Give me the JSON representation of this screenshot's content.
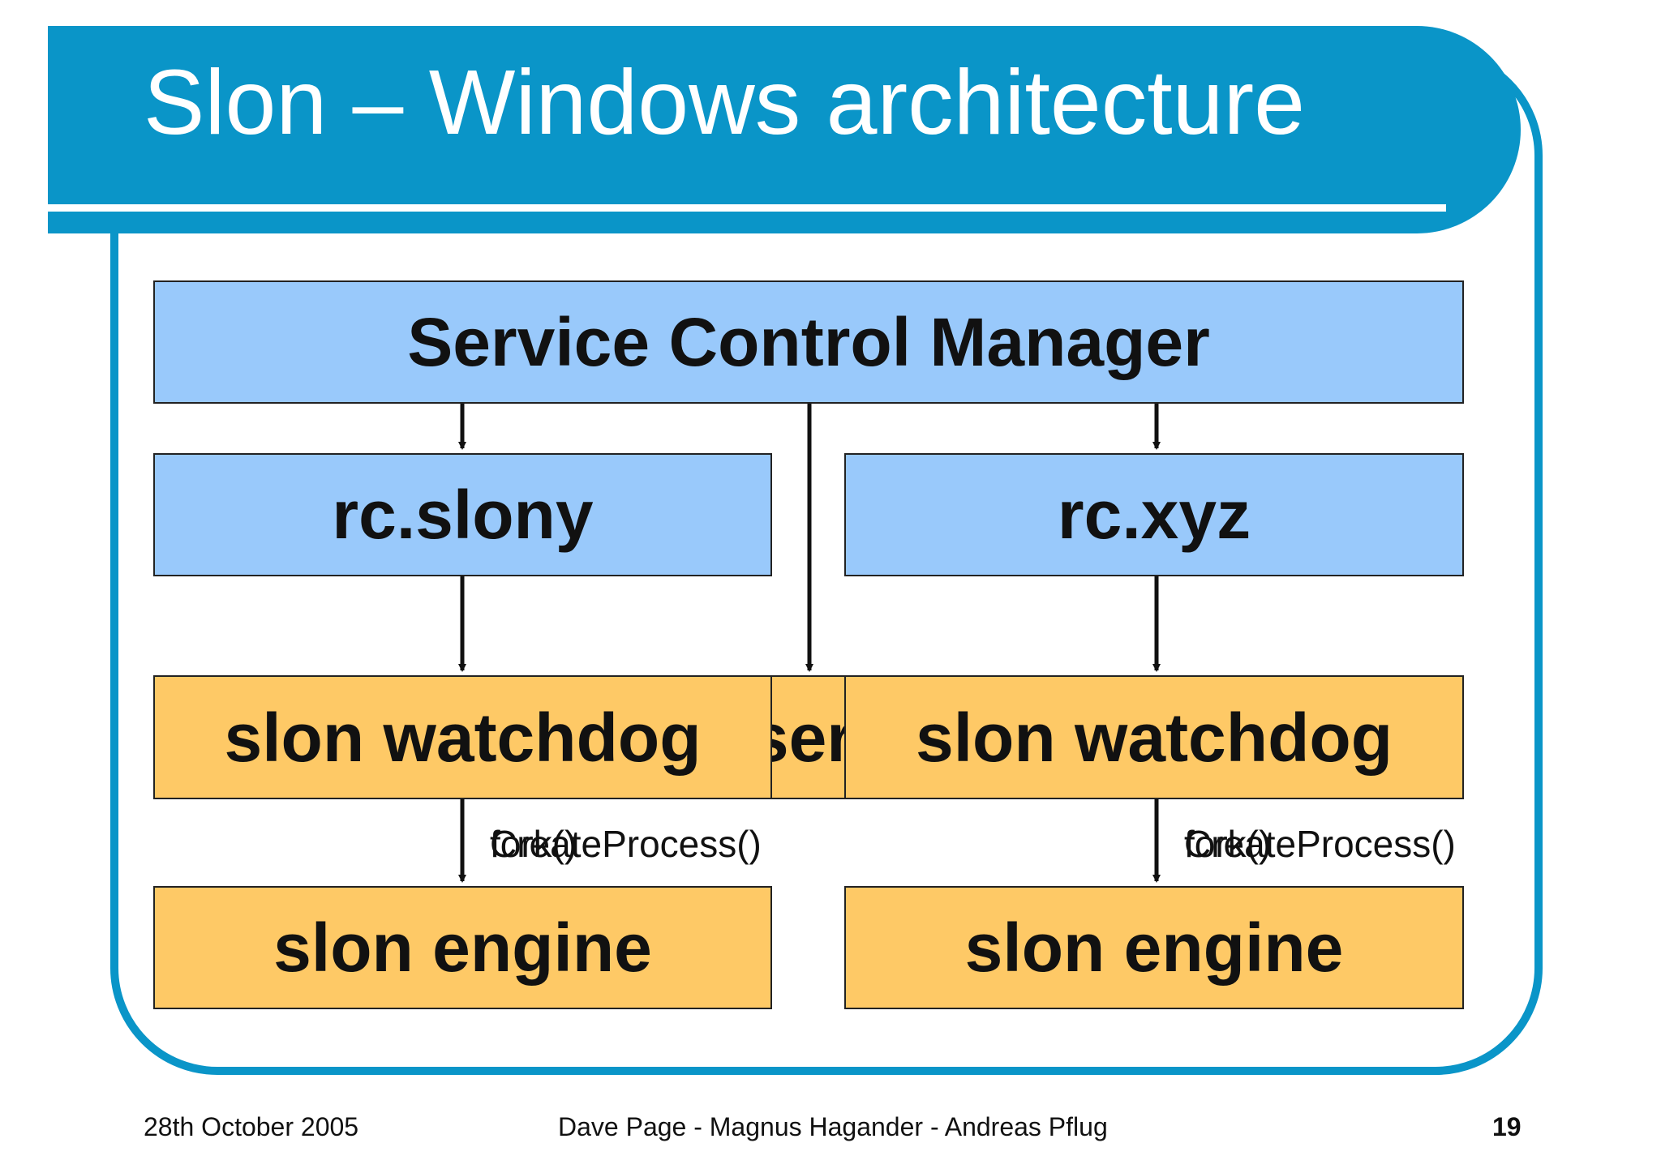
{
  "slide": {
    "title": "Slon – Windows architecture"
  },
  "diagram": {
    "scm": "Service Control Manager",
    "rc_left": "rc.slony",
    "rc_right": "rc.xyz",
    "watchdog_left": "slon watchdog",
    "watchdog_right": "slon watchdog",
    "service_fragment": "ser",
    "engine_left": "slon engine",
    "engine_right": "slon engine",
    "label_fork": "fork()",
    "label_create": "CreateProcess()"
  },
  "footer": {
    "date": "28th October 2005",
    "authors": "Dave Page - Magnus Hagander - Andreas Pflug",
    "page": "19"
  },
  "colors": {
    "header": "#0a95c8",
    "blue_box": "#99c9fb",
    "orange_box": "#fec966"
  }
}
